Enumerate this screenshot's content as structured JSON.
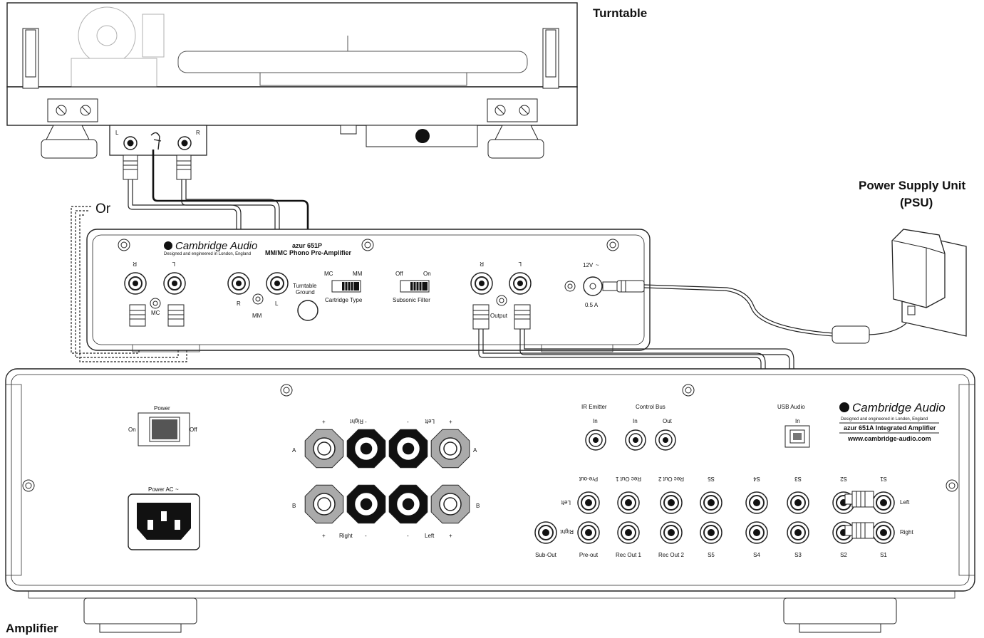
{
  "labels": {
    "turntable": "Turntable",
    "amplifier": "Amplifier",
    "psu_line1": "Power Supply Unit",
    "psu_line2": "(PSU)",
    "or": "Or"
  },
  "turntable": {
    "left_ch": "L",
    "right_ch": "R"
  },
  "preamp": {
    "brand": "Cambridge Audio",
    "tagline": "Designed and engineered in London, England",
    "model": "azur 651P",
    "product": "MM/MC Phono Pre-Amplifier",
    "in_r": "R",
    "in_l": "L",
    "mc": "MC",
    "mm": "MM",
    "mm_r": "R",
    "mm_l": "L",
    "ground_1": "Turntable",
    "ground_2": "Ground",
    "cart_mc": "MC",
    "cart_mm": "MM",
    "cart_label": "Cartridge Type",
    "sub_off": "Off",
    "sub_on": "On",
    "sub_label": "Subsonic Filter",
    "out_r": "R",
    "out_l": "L",
    "output": "Output",
    "power_v": "12V",
    "power_a": "0.5 A"
  },
  "amp": {
    "power": "Power",
    "on": "On",
    "off": "Off",
    "power_ac": "Power AC",
    "spk_right": "Right",
    "spk_left": "Left",
    "row_a": "A",
    "row_b": "B",
    "plus": "+",
    "minus": "-",
    "ir_emitter": "IR Emitter",
    "ir_in": "In",
    "control_bus": "Control Bus",
    "cb_in": "In",
    "cb_out": "Out",
    "usb_audio": "USB Audio",
    "usb_in": "In",
    "brand": "Cambridge Audio",
    "tagline": "Designed and engineered in London, England",
    "model": "azur 651A Integrated Amplifier",
    "url": "www.cambridge-audio.com",
    "sockets_bottom": [
      "Sub-Out",
      "Pre-out",
      "Rec Out 1",
      "Rec Out 2",
      "S5",
      "S4",
      "S3",
      "S2",
      "S1"
    ],
    "row_left": "Left",
    "row_right": "Right"
  }
}
